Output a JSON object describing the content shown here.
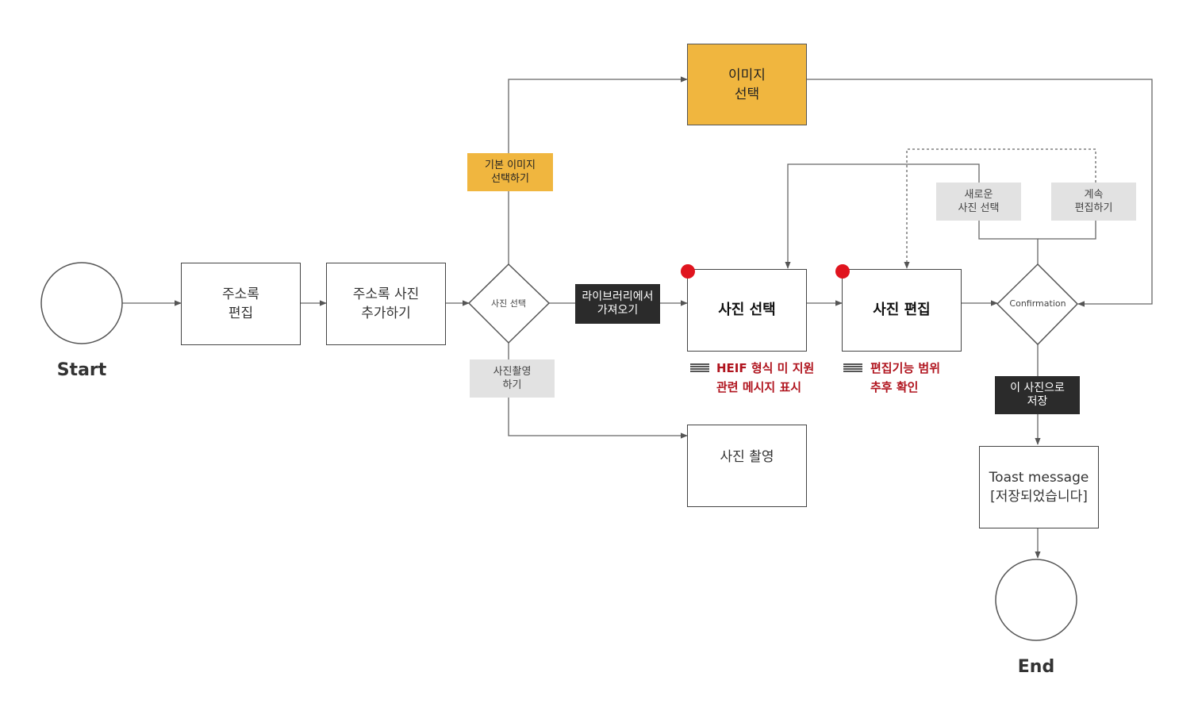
{
  "start_label": "Start",
  "end_label": "End",
  "nodes": {
    "address_edit": "주소록\n편집",
    "add_photo": "주소록 사진\n추가하기",
    "image_select": "이미지\n선택",
    "photo_select": "사진 선택",
    "photo_edit": "사진 편집",
    "photo_capture": "사진 촬영",
    "toast": "Toast message\n[저장되었습니다]"
  },
  "decisions": {
    "photo_choice": "사진 선택",
    "confirmation": "Confirmation"
  },
  "edge_labels": {
    "default_image": "기본 이미지\n선택하기",
    "library": "라이브러리에서\n가져오기",
    "take_photo": "사진촬영\n하기",
    "new_photo": "새로운\n사진 선택",
    "continue_edit": "계속\n편집하기",
    "save_photo": "이 사진으로\n저장"
  },
  "notes": {
    "heif": "HEIF 형식 미 지원\n관련 메시지 표시",
    "edit_scope": "편집기능 범위\n추후 확인"
  },
  "colors": {
    "accent_yellow": "#f0b63f",
    "note_red": "#b0141e",
    "marker_red": "#e0141e",
    "dark_label": "#2b2b2b",
    "gray_label": "#e2e2e2"
  }
}
